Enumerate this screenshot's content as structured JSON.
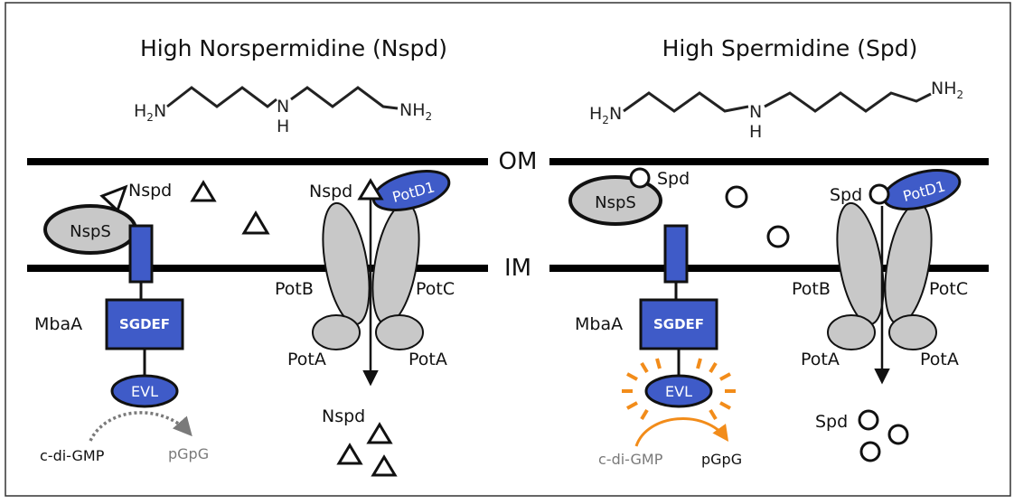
{
  "left": {
    "title": "High Norspermidine (Nspd)",
    "formula": {
      "left_group": "H",
      "left_sub": "2",
      "left_n": "N",
      "center": "N",
      "center_h": "H",
      "right_group": "NH",
      "right_sub": "2"
    },
    "ligand_label": "Nspd",
    "ligand_label_2": "Nspd",
    "ligand_label_3": "Nspd",
    "sensor": "NspS",
    "enzyme": "MbaA",
    "domain": "SGDEF",
    "evl": "EVL",
    "substrate": "c-di-GMP",
    "product": "pGpG",
    "transporter_left": "PotB",
    "transporter_right": "PotC",
    "atpase_left": "PotA",
    "atpase_right": "PotA",
    "binding_protein": "PotD1"
  },
  "right": {
    "title": "High Spermidine (Spd)",
    "formula": {
      "left_group": "H",
      "left_sub": "2",
      "left_n": "N",
      "center": "N",
      "center_h": "H",
      "right_group": "NH",
      "right_sub": "2"
    },
    "ligand_label": "Spd",
    "ligand_label_2": "Spd",
    "ligand_label_3": "Spd",
    "sensor": "NspS",
    "enzyme": "MbaA",
    "domain": "SGDEF",
    "evl": "EVL",
    "substrate": "c-di-GMP",
    "product": "pGpG",
    "transporter_left": "PotB",
    "transporter_right": "PotC",
    "atpase_left": "PotA",
    "atpase_right": "PotA",
    "binding_protein": "PotD1"
  },
  "membranes": {
    "outer": "OM",
    "inner": "IM"
  },
  "colors": {
    "protein_blue": "#3f5bc8",
    "protein_gray": "#c8c8c8",
    "glow_orange": "#f28c1a",
    "inactive_gray": "#7a7a7a"
  }
}
